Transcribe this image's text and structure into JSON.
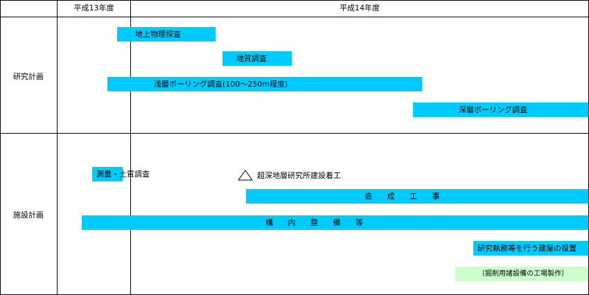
{
  "header": {
    "year13": "平成13年度",
    "year14": "平成14年度"
  },
  "rows": {
    "research": "研究計画",
    "facility": "施設計画"
  },
  "research_items": {
    "ground_survey": "地上物理探査",
    "geology_survey": "地質調査",
    "shallow_boring": "浅層ボーリング調査(100～250m程度)",
    "deep_boring": "深層ボーリング調査"
  },
  "facility_items": {
    "survey_soil": "測量・土質調査",
    "groundbreaking": "超深地層研究所建設着工",
    "construction": "造 成 工 事",
    "premises": "構 内 整 備 等",
    "building": "研究執務等を行う建屋の設置",
    "equipment": "〔掘削用諸設備の工場製作〕"
  },
  "colors": {
    "bar": "#00cbff",
    "bar_green": "#ccffcc",
    "grid": "#000000"
  },
  "icons": {
    "milestone": "triangle-outline-icon"
  }
}
